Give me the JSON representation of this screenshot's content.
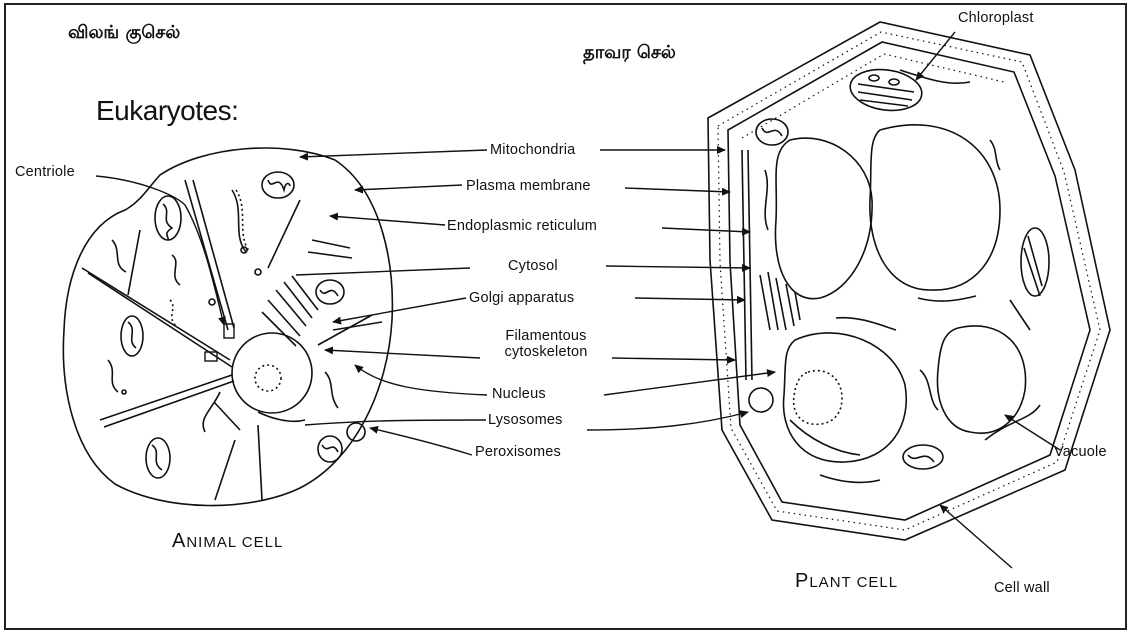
{
  "titles": {
    "animal_tamil": "விலங் குசெல்",
    "plant_tamil": "தாவர செல்",
    "eukaryotes": "Eukaryotes:"
  },
  "labels": {
    "centriole": "Centriole",
    "chloroplast": "Chloroplast",
    "mitochondria": "Mitochondria",
    "plasma_membrane": "Plasma membrane",
    "endoplasmic_reticulum": "Endoplasmic reticulum",
    "cytosol": "Cytosol",
    "golgi_apparatus": "Golgi apparatus",
    "filamentous_line1": "Filamentous",
    "filamentous_line2": "cytoskeleton",
    "nucleus": "Nucleus",
    "lysosomes": "Lysosomes",
    "peroxisomes": "Peroxisomes",
    "vacuole": "Vacuole",
    "cell_wall": "Cell wall"
  },
  "captions": {
    "animal_initial": "A",
    "animal_rest": "NIMAL CELL",
    "plant_initial": "P",
    "plant_rest": "LANT CELL"
  }
}
